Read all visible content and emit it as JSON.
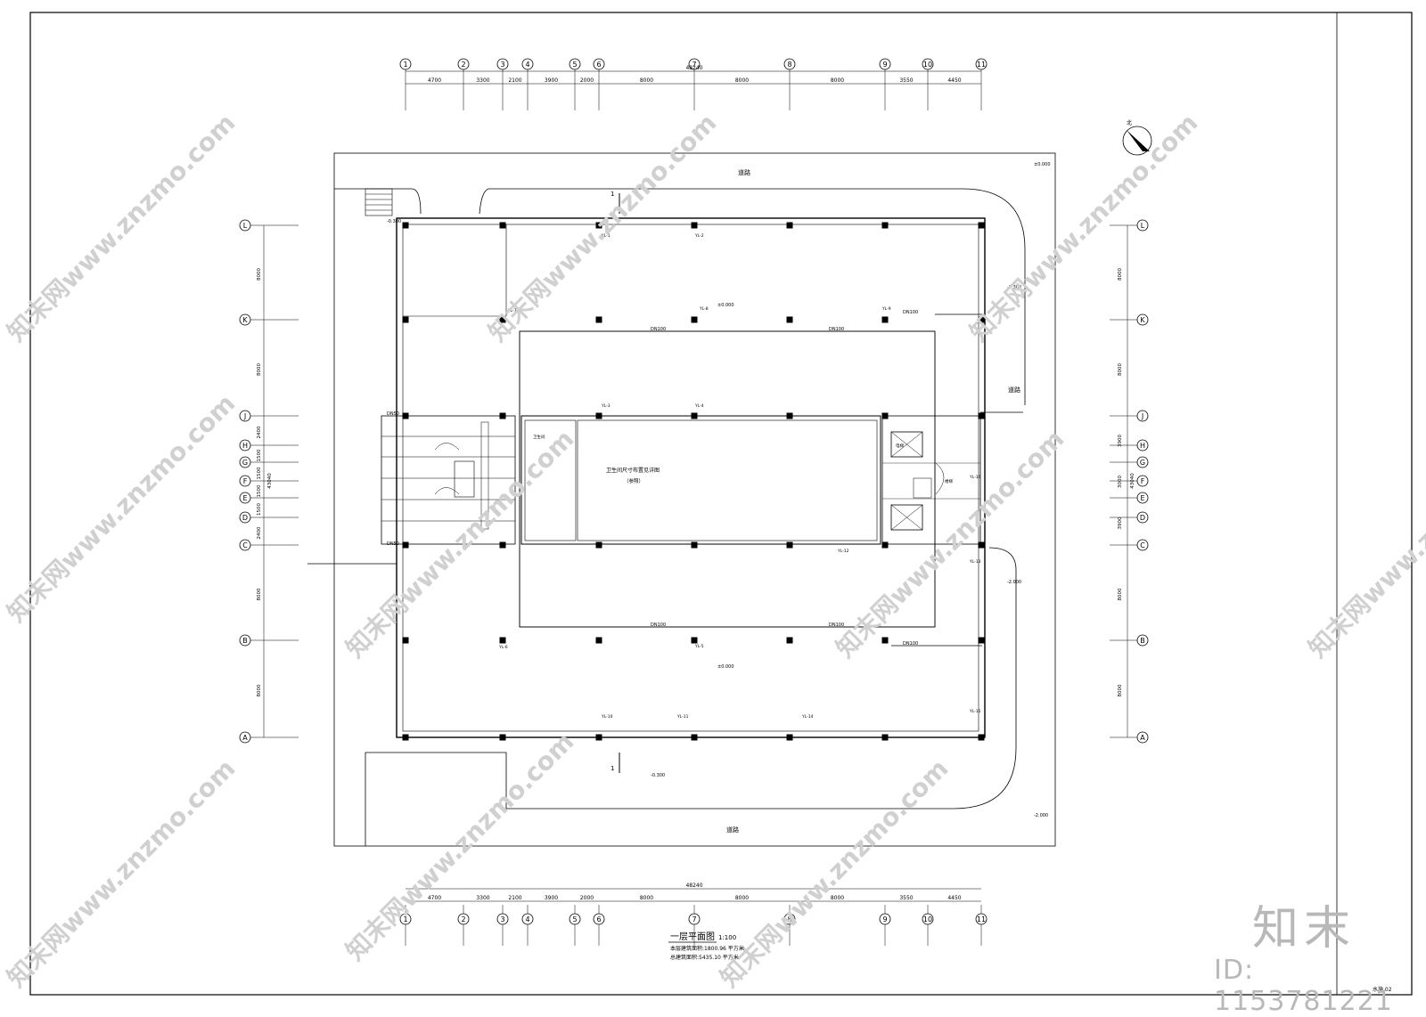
{
  "axes_horizontal": [
    "1",
    "2",
    "3",
    "4",
    "5",
    "6",
    "7",
    "8",
    "9",
    "10",
    "11"
  ],
  "axes_vertical": [
    "L",
    "K",
    "J",
    "H",
    "G",
    "F",
    "E",
    "D",
    "C",
    "B",
    "A"
  ],
  "dims_top": [
    "4700",
    "3300",
    "2100",
    "3900",
    "2000",
    "8000",
    "8000",
    "8000",
    "3550",
    "4450"
  ],
  "total_width": "48240",
  "dims_left": [
    "8000",
    "8000",
    "2400",
    "1500",
    "1500",
    "1500",
    "1500",
    "2400",
    "8000",
    "8000"
  ],
  "total_height_left": "43040",
  "dims_right": [
    "8000",
    "8000",
    "3900",
    "3000",
    "3900",
    "8000",
    "8000"
  ],
  "total_height_right": "43040",
  "road_label": "道路",
  "room_labels": {
    "wc_detail": "卫生间尺寸布置见详图",
    "wc_detail_note": "（参照）",
    "toilet": "卫生间",
    "stair": "楼梯",
    "elevator": "电梯"
  },
  "pipe_labels": [
    "DN100",
    "DN100",
    "DN100",
    "DN100",
    "DN100",
    "DN100",
    "DN50",
    "DN50"
  ],
  "riser_labels": [
    "YL-1",
    "YL-2",
    "YL-3",
    "YL-4",
    "YL-5",
    "YL-6",
    "YL-7",
    "YL-8",
    "YL-9",
    "YL-10",
    "YL-11",
    "YL-12",
    "YL-13",
    "YL-14",
    "YL-15",
    "YL-16"
  ],
  "elevations": [
    "-0.300",
    "±0.000",
    "-0.300",
    "±0.000",
    "-2.000",
    "-2.000",
    "-0.300",
    "±0.000"
  ],
  "section_mark": "1",
  "north_label": "北",
  "title": {
    "name": "一层平面图",
    "scale": "1:100",
    "line1": "本层建筑面积:1800.96 平方米",
    "line2": "总建筑面积:5435.10 平方米"
  },
  "sheet_label": "水施 02",
  "watermark": "知末网www.znzmo.com",
  "brand": "知末",
  "id_text": "ID: 1153781221"
}
